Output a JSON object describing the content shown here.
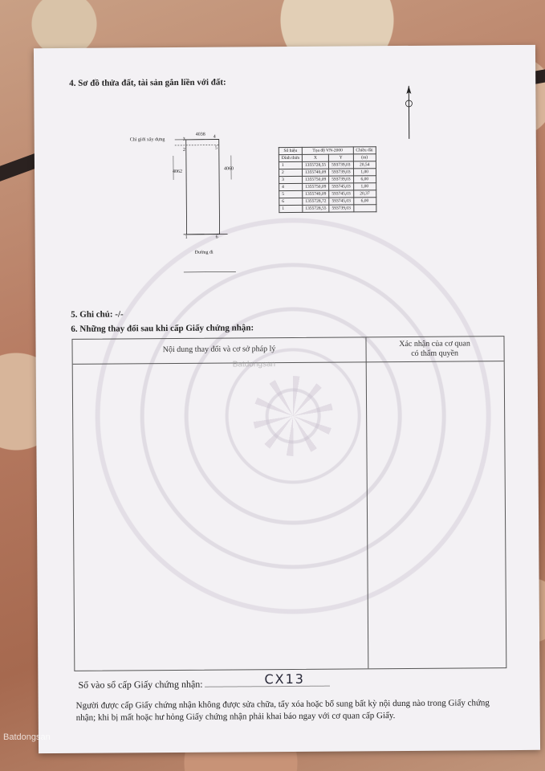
{
  "section4": {
    "title": "4. Sơ đồ thửa đất, tài sản gắn liền với đất:"
  },
  "sketch": {
    "construction_limit": "Chỉ giới xây dựng",
    "top_width": "4038",
    "left_length": "4062",
    "right_length": "4060",
    "pt3": "3",
    "pt4": "4",
    "pt2": "2",
    "pt5": "5",
    "pt1": "1",
    "pt6": "6",
    "road": "Đường đi"
  },
  "coord_table": {
    "h_point": "Số hiệu",
    "h_vertex": "Đỉnh thửa",
    "h_system": "Tọa độ VN-2000",
    "h_x": "X",
    "h_y": "Y",
    "h_len": "Chiều dài",
    "h_len_unit": "(m)",
    "rows": [
      {
        "id": "1",
        "x": "1355728,55",
        "y": "593739,03",
        "len": "20,54"
      },
      {
        "id": "2",
        "x": "1355749,09",
        "y": "593739,03",
        "len": "1,00"
      },
      {
        "id": "3",
        "x": "1355750,09",
        "y": "593739,03",
        "len": "6,00"
      },
      {
        "id": "4",
        "x": "1355750,09",
        "y": "593745,03",
        "len": "1,00"
      },
      {
        "id": "5",
        "x": "1355749,09",
        "y": "593745,03",
        "len": "20,37"
      },
      {
        "id": "6",
        "x": "1355728,72",
        "y": "593745,03",
        "len": "6,00"
      },
      {
        "id": "1",
        "x": "1355728,55",
        "y": "593739,03",
        "len": ""
      }
    ]
  },
  "section5": {
    "title": "5. Ghi chú: -/-"
  },
  "section6": {
    "title": "6. Những thay đổi sau khi cấp Giấy chứng nhận:",
    "col1": "Nội dung thay đổi và cơ sở pháp lý",
    "col2_line1": "Xác nhận của cơ quan",
    "col2_line2": "có thẩm quyền"
  },
  "watermark": "Batdongsan",
  "registration": {
    "label": "Số vào sổ cấp Giấy chứng nhận:",
    "value": "CX13"
  },
  "note": "Người được cấp Giấy chứng nhận không được sửa chữa, tẩy xóa hoặc bổ sung bất kỳ nội dung nào trong Giấy chứng nhận; khi bị mất hoặc hư hỏng Giấy chứng nhận phải khai báo ngay với cơ quan cấp Giấy.",
  "logo": "Batdongsan"
}
